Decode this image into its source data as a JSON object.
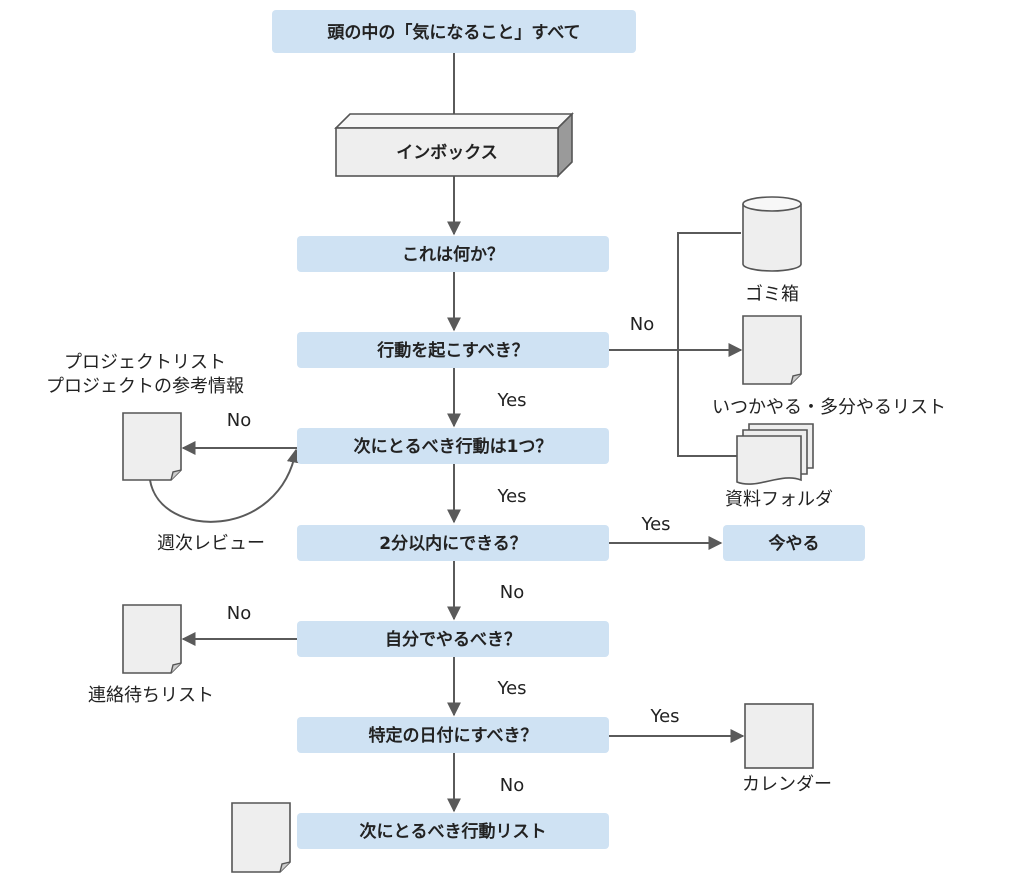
{
  "colors": {
    "box_fill": "#cfe2f3",
    "line": "#5a5a5a",
    "shape_fill": "#eeeeee"
  },
  "nodes": {
    "start": "頭の中の「気になること」すべて",
    "inbox": "インボックス",
    "q_what": "これは何か？",
    "q_action": "行動を起こすべき？",
    "q_single": "次にとるべき行動は1つ？",
    "q_two_min": "2分以内にできる？",
    "do_now": "今やる",
    "q_self": "自分でやるべき？",
    "q_date": "特定の日付にすべき？",
    "next_actions": "次にとるべき行動リスト"
  },
  "outputs": {
    "trash": "ゴミ箱",
    "someday": "いつかやる・多分やるリスト",
    "reference": "資料フォルダ",
    "project_list_line1": "プロジェクトリスト",
    "project_list_line2": "プロジェクトの参考情報",
    "weekly_review": "週次レビュー",
    "waiting_for": "連絡待ちリスト",
    "calendar": "カレンダー"
  },
  "edge_labels": {
    "action_no": "No",
    "action_yes": "Yes",
    "single_no": "No",
    "single_yes": "Yes",
    "two_min_yes": "Yes",
    "two_min_no": "No",
    "self_no": "No",
    "self_yes": "Yes",
    "date_yes": "Yes",
    "date_no": "No"
  }
}
